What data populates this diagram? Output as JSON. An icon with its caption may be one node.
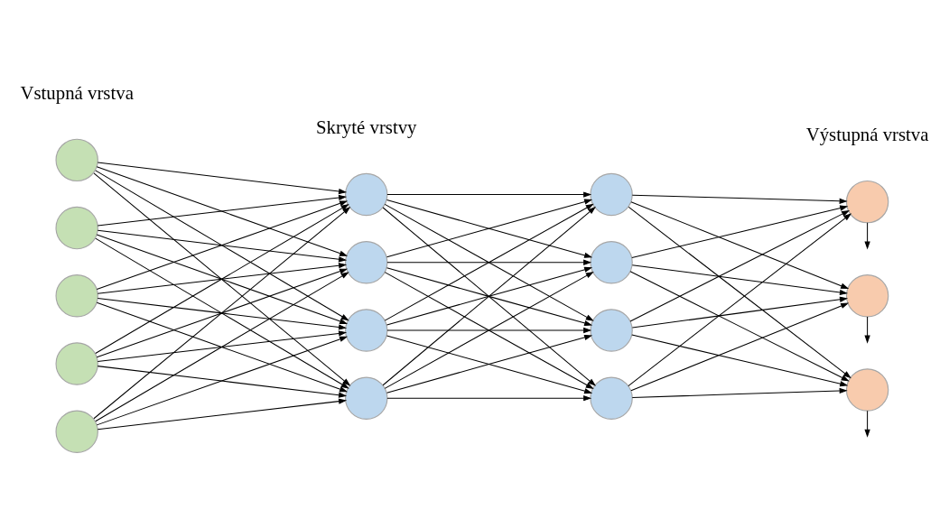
{
  "diagram": {
    "nodes": [
      {
        "text": [],
        "shape": "circle"
      },
      {
        "text": [],
        "shape": "circle"
      },
      {
        "text": [],
        "shape": "circle"
      },
      {
        "text": [],
        "shape": "circle"
      },
      {
        "text": [],
        "shape": "circle"
      },
      {
        "text": [],
        "shape": "circle"
      },
      {
        "text": [],
        "shape": "circle"
      },
      {
        "text": [],
        "shape": "circle"
      },
      {
        "text": [],
        "shape": "circle"
      },
      {
        "text": [],
        "shape": "circle"
      },
      {
        "text": [],
        "shape": "circle"
      },
      {
        "text": [],
        "shape": "circle"
      },
      {
        "text": [],
        "shape": "circle"
      },
      {
        "text": [],
        "shape": "circle"
      },
      {
        "text": [],
        "shape": "circle"
      },
      {
        "text": [],
        "shape": "circle"
      }
    ],
    "edges": [
      {
        "from": 0,
        "to": 5,
        "arrow": "to"
      },
      {
        "from": 0,
        "to": 6,
        "arrow": "to"
      },
      {
        "from": 0,
        "to": 7,
        "arrow": "to"
      },
      {
        "from": 0,
        "to": 8,
        "arrow": "to"
      },
      {
        "from": 1,
        "to": 5,
        "arrow": "to"
      },
      {
        "from": 1,
        "to": 6,
        "arrow": "to"
      },
      {
        "from": 1,
        "to": 7,
        "arrow": "to"
      },
      {
        "from": 1,
        "to": 8,
        "arrow": "to"
      },
      {
        "from": 2,
        "to": 5,
        "arrow": "to"
      },
      {
        "from": 2,
        "to": 6,
        "arrow": "to"
      },
      {
        "from": 2,
        "to": 7,
        "arrow": "to"
      },
      {
        "from": 2,
        "to": 8,
        "arrow": "to"
      },
      {
        "from": 3,
        "to": 5,
        "arrow": "to"
      },
      {
        "from": 3,
        "to": 6,
        "arrow": "to"
      },
      {
        "from": 3,
        "to": 7,
        "arrow": "to"
      },
      {
        "from": 3,
        "to": 8,
        "arrow": "to"
      },
      {
        "from": 4,
        "to": 5,
        "arrow": "to"
      },
      {
        "from": 4,
        "to": 6,
        "arrow": "to"
      },
      {
        "from": 4,
        "to": 7,
        "arrow": "to"
      },
      {
        "from": 4,
        "to": 8,
        "arrow": "to"
      },
      {
        "from": 5,
        "to": 9,
        "arrow": "to"
      },
      {
        "from": 5,
        "to": 10,
        "arrow": "to"
      },
      {
        "from": 5,
        "to": 11,
        "arrow": "to"
      },
      {
        "from": 5,
        "to": 12,
        "arrow": "to"
      },
      {
        "from": 6,
        "to": 9,
        "arrow": "to"
      },
      {
        "from": 6,
        "to": 10,
        "arrow": "to"
      },
      {
        "from": 6,
        "to": 11,
        "arrow": "to"
      },
      {
        "from": 6,
        "to": 12,
        "arrow": "to"
      },
      {
        "from": 7,
        "to": 9,
        "arrow": "to"
      },
      {
        "from": 7,
        "to": 10,
        "arrow": "to"
      },
      {
        "from": 7,
        "to": 11,
        "arrow": "to"
      },
      {
        "from": 7,
        "to": 12,
        "arrow": "to"
      },
      {
        "from": 8,
        "to": 9,
        "arrow": "to"
      },
      {
        "from": 8,
        "to": 10,
        "arrow": "to"
      },
      {
        "from": 8,
        "to": 11,
        "arrow": "to"
      },
      {
        "from": 8,
        "to": 12,
        "arrow": "to"
      },
      {
        "from": 9,
        "to": 13,
        "arrow": "to"
      },
      {
        "from": 9,
        "to": 14,
        "arrow": "to"
      },
      {
        "from": 9,
        "to": 15,
        "arrow": "to"
      },
      {
        "from": 10,
        "to": 13,
        "arrow": "to"
      },
      {
        "from": 10,
        "to": 14,
        "arrow": "to"
      },
      {
        "from": 10,
        "to": 15,
        "arrow": "to"
      },
      {
        "from": 11,
        "to": 13,
        "arrow": "to"
      },
      {
        "from": 11,
        "to": 14,
        "arrow": "to"
      },
      {
        "from": 11,
        "to": 15,
        "arrow": "to"
      },
      {
        "from": 12,
        "to": 13,
        "arrow": "to"
      },
      {
        "from": 12,
        "to": 14,
        "arrow": "to"
      },
      {
        "from": 12,
        "to": 15,
        "arrow": "to"
      },
      {
        "from": 13,
        "to": null,
        "arrow": "to"
      },
      {
        "from": 14,
        "to": null,
        "arrow": "to"
      },
      {
        "from": 15,
        "to": null,
        "arrow": "to"
      }
    ],
    "labels": [
      "Vstupná vrstva",
      "Výstupná vrstva",
      "Skryté vrstvy"
    ]
  }
}
